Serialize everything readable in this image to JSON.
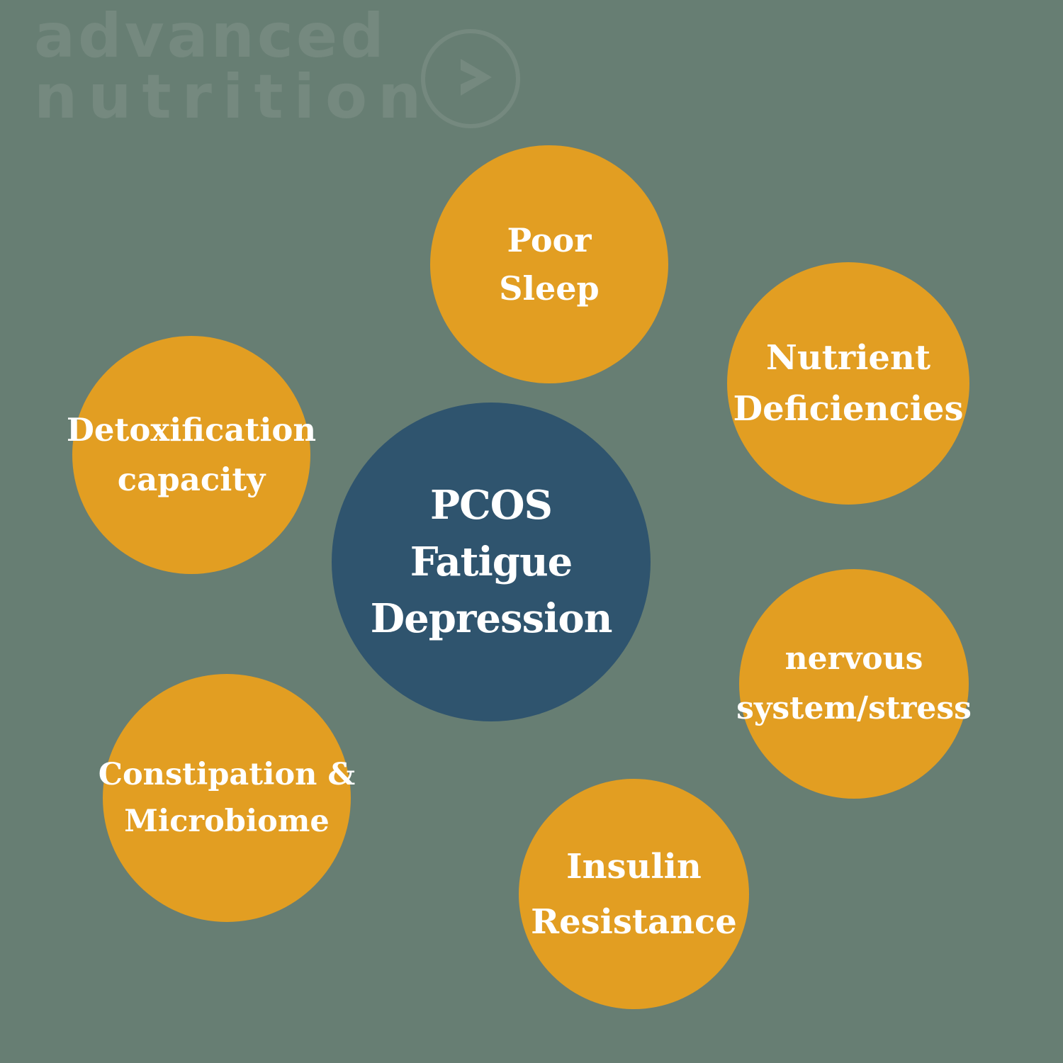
{
  "logo": {
    "line1": "advanced",
    "line2": "nutrition",
    "icon": "chevron-right-circle-icon"
  },
  "center": {
    "lines": [
      "PCOS",
      "Fatigue",
      "Depression"
    ]
  },
  "factors": {
    "poor_sleep": [
      "Poor",
      "Sleep"
    ],
    "nutrient_deficiencies": [
      "Nutrient",
      "Deficiencies"
    ],
    "detoxification": [
      "Detoxification",
      "capacity"
    ],
    "nervous_system": [
      "nervous",
      "system/stress"
    ],
    "constipation": [
      "Constipation &",
      "Microbiome"
    ],
    "insulin": [
      "Insulin",
      "Resistance"
    ]
  },
  "colors": {
    "background": "#677e73",
    "factor_circle": "#e29e22",
    "center_circle": "#2f546e",
    "text": "#ffffff",
    "logo": "#75897f"
  }
}
